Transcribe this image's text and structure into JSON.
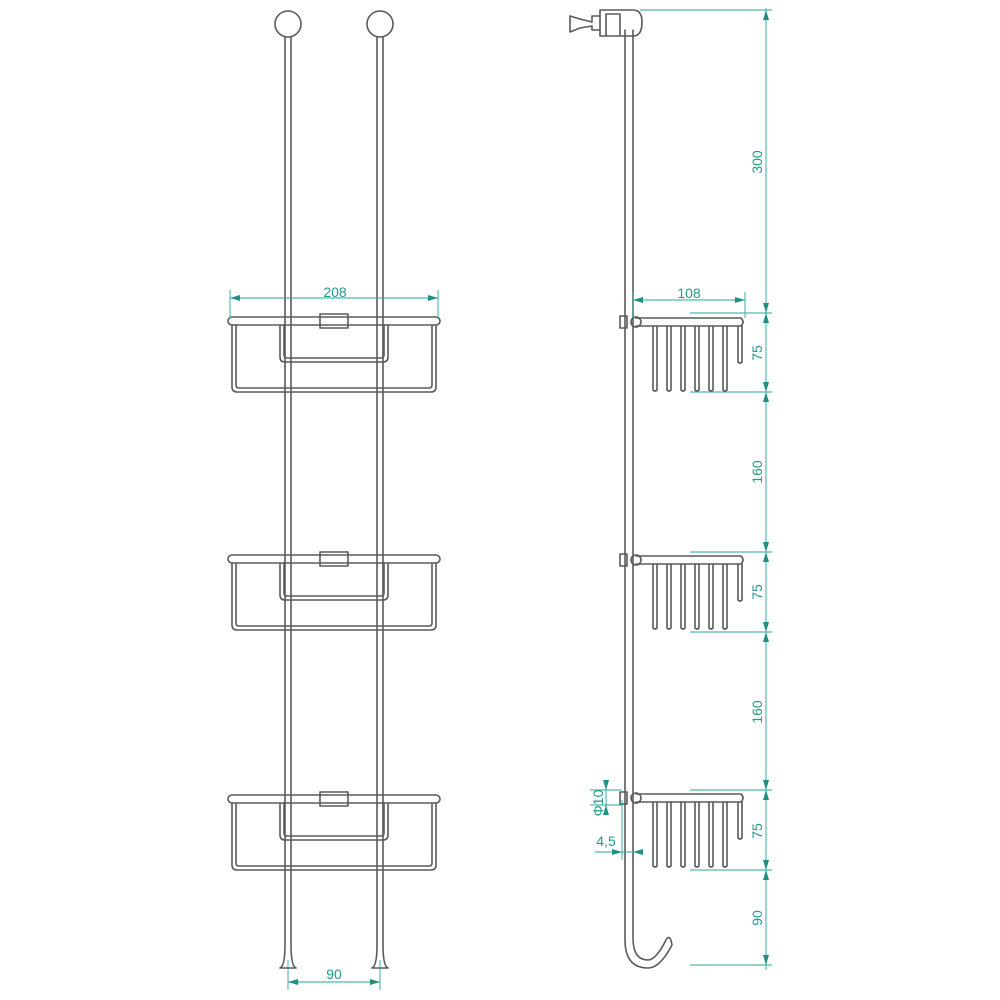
{
  "front_view": {
    "width_label": "208",
    "rod_spacing_label": "90"
  },
  "side_view": {
    "depth_label": "108",
    "diameter_label": "Φ10",
    "offset_label": "4,5",
    "vertical_dims": [
      "300",
      "75",
      "160",
      "75",
      "160",
      "75",
      "90"
    ]
  },
  "colors": {
    "line": "#5a5a5a",
    "dimension": "#2aa79a"
  }
}
